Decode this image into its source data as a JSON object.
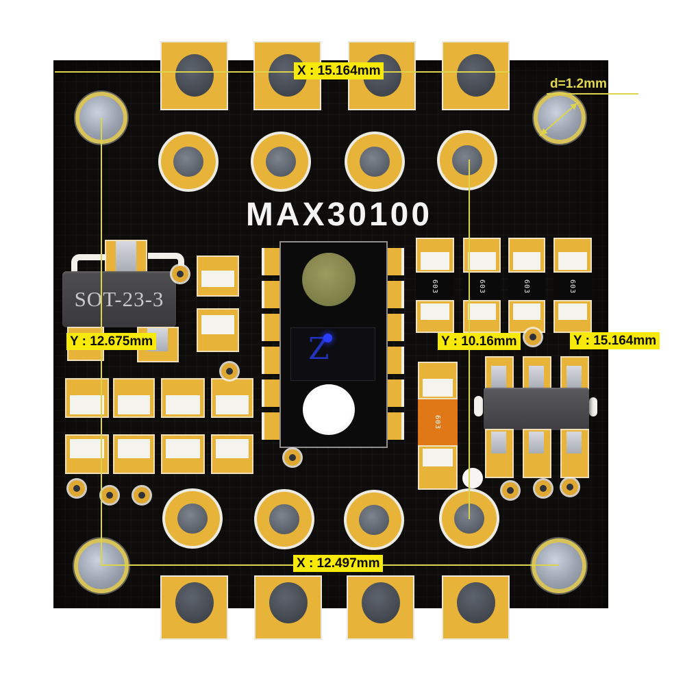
{
  "board": {
    "title": "MAX30100"
  },
  "annotations": {
    "top_x": "X : 15.164mm",
    "hole_d": "d=1.2mm",
    "left_y": "Y : 12.675mm",
    "mid_y": "Y : 10.16mm",
    "right_y": "Y : 15.164mm",
    "bottom_x": "X : 12.497mm"
  },
  "components": {
    "sot23_label": "SOT-23-3",
    "resistors": [
      "603",
      "603",
      "603",
      "603"
    ],
    "capacitor_label": "603",
    "ic_window_label": "Z"
  },
  "colors": {
    "board": "#0d0c0a",
    "pad_gold": "#e7b338",
    "label_yellow": "#f7ea0b",
    "dim_line": "#ddd44e",
    "paste_white": "#f5f3ed",
    "capacitor_orange": "#e07818",
    "silkscreen": "#f4f4f4",
    "ic_blue": "#2433bd"
  }
}
